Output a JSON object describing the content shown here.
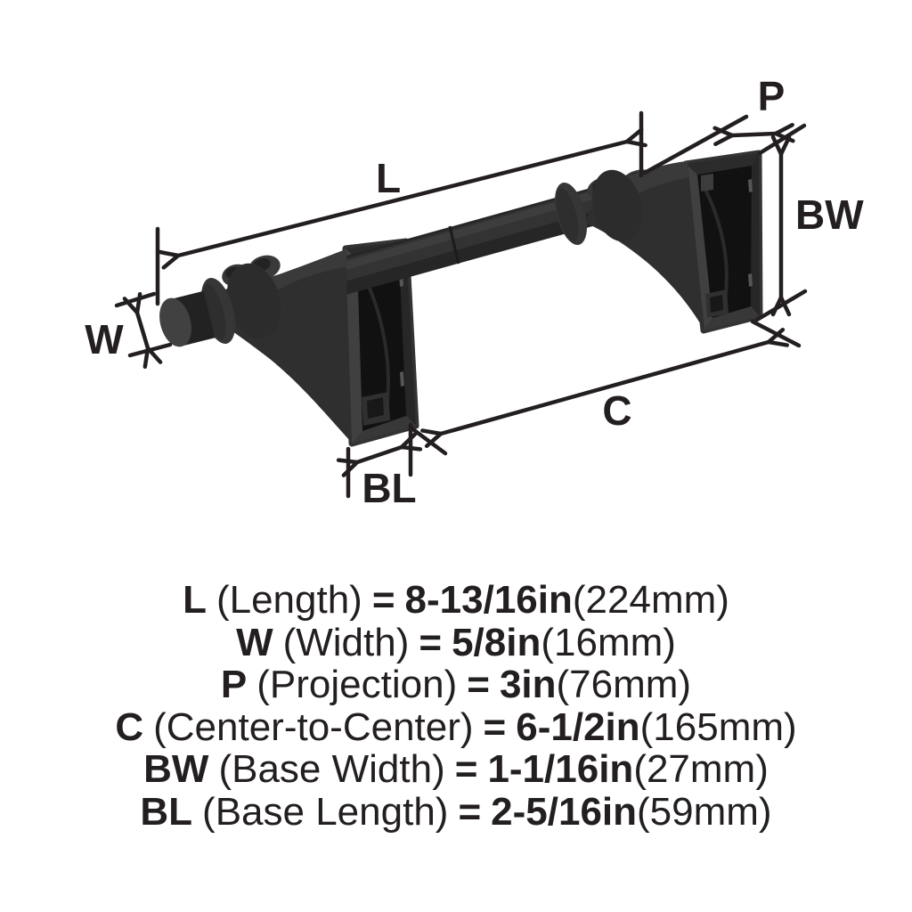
{
  "diagram": {
    "labels": {
      "L": "L",
      "W": "W",
      "P": "P",
      "C": "C",
      "BW": "BW",
      "BL": "BL"
    }
  },
  "legend": {
    "rows": [
      {
        "symbol": "L",
        "name": "(Length)",
        "eq": "=",
        "value_in": "8-13/16in",
        "value_mm": "(224mm)"
      },
      {
        "symbol": "W",
        "name": "(Width)",
        "eq": "=",
        "value_in": "5/8in",
        "value_mm": "(16mm)"
      },
      {
        "symbol": "P",
        "name": "(Projection)",
        "eq": "=",
        "value_in": "3in",
        "value_mm": "(76mm)"
      },
      {
        "symbol": "C",
        "name": "(Center-to-Center)",
        "eq": "=",
        "value_in": "6-1/2in",
        "value_mm": "(165mm)"
      },
      {
        "symbol": "BW",
        "name": "(Base Width)",
        "eq": "=",
        "value_in": "1-1/16in",
        "value_mm": "(27mm)"
      },
      {
        "symbol": "BL",
        "name": "(Base Length)",
        "eq": "=",
        "value_in": "2-5/16in",
        "value_mm": "(59mm)"
      }
    ]
  },
  "colors": {
    "ink": "#231f20",
    "background": "#ffffff",
    "hardware_outer": "#333333",
    "hardware_interior": "#111111",
    "hardware_mid": "#2f2f2f",
    "hardware_light": "#3a3a3a"
  }
}
